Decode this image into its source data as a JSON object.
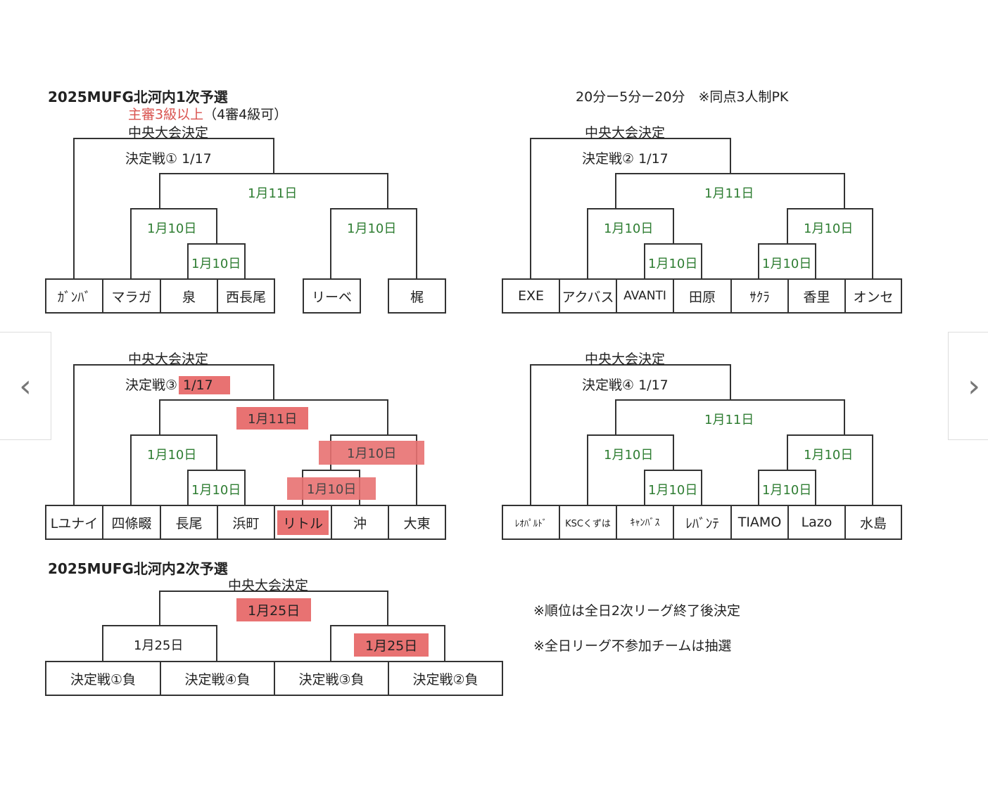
{
  "stage1": {
    "title": "2025MUFG北河内1次予選",
    "referee_red": "主審3級以上",
    "referee_note": "（4審4級可）",
    "rules": "20分ー5分ー20分　※同点3人制PK"
  },
  "common": {
    "central": "中央大会決定",
    "d10": "1月10日",
    "d11": "1月11日",
    "d25": "1月25日"
  },
  "brackets": [
    {
      "final": "決定戦① 1/17",
      "teams": [
        "ｶﾞﾝﾊﾞ",
        "マラガ",
        "泉",
        "西長尾",
        "リーベ",
        "梶"
      ]
    },
    {
      "final": "決定戦② 1/17",
      "teams": [
        "EXE",
        "アクバス",
        "AVANTI",
        "田原",
        "ｻｸﾗ",
        "香里",
        "オンセ"
      ]
    },
    {
      "final_label": "決定戦③",
      "final_date": "1/17",
      "teams": [
        "Lユナイ",
        "四條畷",
        "長尾",
        "浜町",
        "リトル",
        "沖",
        "大東"
      ]
    },
    {
      "final": "決定戦④ 1/17",
      "teams": [
        "ﾚｵﾊﾟﾙﾄﾞ",
        "KSCくずは",
        "ｷｬﾝﾊﾞｽ",
        "ﾚﾊﾞﾝﾃ",
        "TIAMO",
        "Lazo",
        "水島"
      ]
    }
  ],
  "stage2": {
    "title": "2025MUFG北河内2次予選",
    "teams": [
      "決定戦①負",
      "決定戦④負",
      "決定戦③負",
      "決定戦②負"
    ],
    "notes": [
      "※順位は全日2次リーグ終了後決定",
      "※全日リーグ不参加チームは抽選"
    ]
  },
  "nav": {
    "prev": "‹",
    "next": "›"
  },
  "colors": {
    "highlight": "#e87272",
    "date_green": "#2e7d32",
    "referee_red": "#d9534f"
  }
}
